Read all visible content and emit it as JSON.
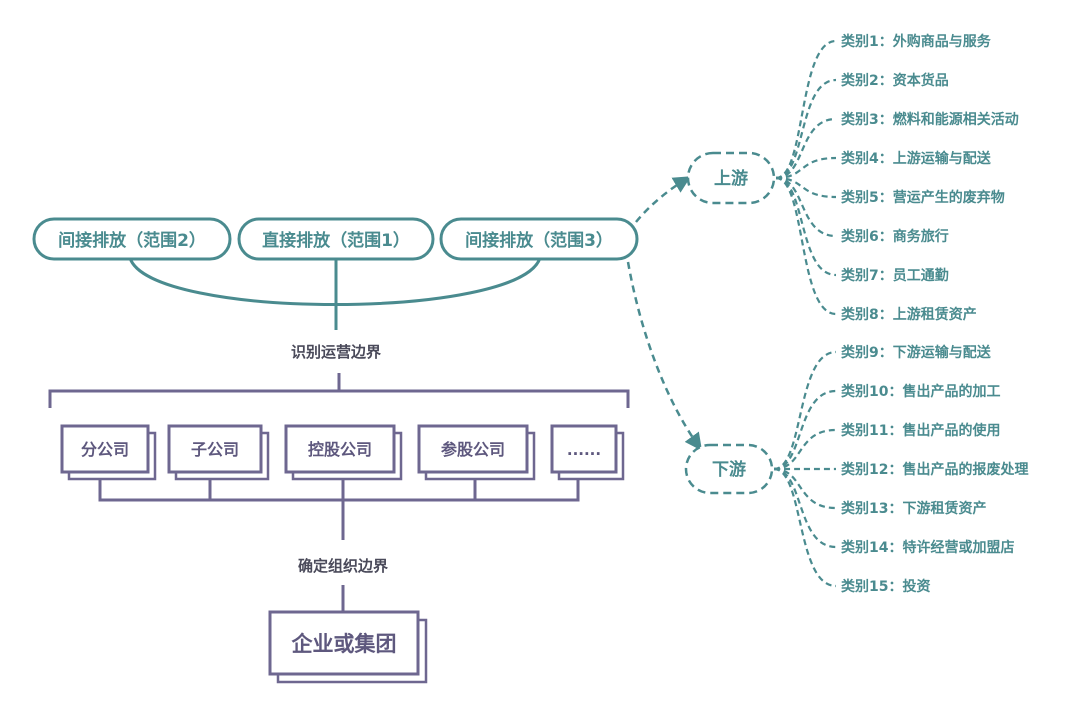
{
  "scopes": [
    {
      "label": "间接排放（范围2）"
    },
    {
      "label": "直接排放（范围1）"
    },
    {
      "label": "间接排放（范围3）"
    }
  ],
  "operational_boundary": "识别运营边界",
  "organizational_boundary": "确定组织边界",
  "entities": [
    {
      "label": "分公司"
    },
    {
      "label": "子公司"
    },
    {
      "label": "控股公司"
    },
    {
      "label": "参股公司"
    },
    {
      "label": "......"
    }
  ],
  "root": "企业或集团",
  "upstream": {
    "label": "上游",
    "categories": [
      "类别1：外购商品与服务",
      "类别2：资本货品",
      "类别3：燃料和能源相关活动",
      "类别4：上游运输与配送",
      "类别5：营运产生的废弃物",
      "类别6：商务旅行",
      "类别7：员工通勤",
      "类别8：上游租赁资产"
    ]
  },
  "downstream": {
    "label": "下游",
    "categories": [
      "类别9：下游运输与配送",
      "类别10：售出产品的加工",
      "类别11：售出产品的使用",
      "类别12：售出产品的报废处理",
      "类别13：下游租赁资产",
      "类别14：特许经营或加盟店",
      "类别15：投资"
    ]
  },
  "colors": {
    "teal": "#4a8b8f",
    "purple": "#6e6790"
  }
}
